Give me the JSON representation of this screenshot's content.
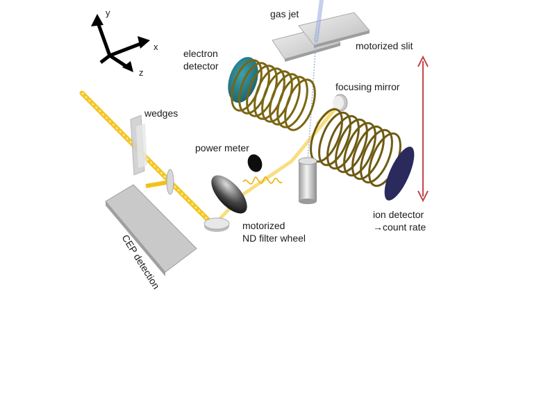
{
  "labels": {
    "gas_jet": "gas jet",
    "motorized_slit": "motorized slit",
    "electron_detector_1": "electron",
    "electron_detector_2": "detector",
    "focusing_mirror": "focusing mirror",
    "wedges": "wedges",
    "power_meter": "power meter",
    "cep_detection": "CEP detection",
    "nd_filter_1": "motorized",
    "nd_filter_2": "ND filter wheel",
    "ion_detector_1": "ion detector",
    "ion_detector_2": "→count rate"
  },
  "axes": {
    "x": "x",
    "y": "y",
    "z": "z"
  },
  "colors": {
    "beam": "#f2c21b",
    "coil": "#6e5a12",
    "electron_detector": "#2a7f8c",
    "ion_detector": "#2b2a5c",
    "arrow": "#c0464a",
    "gas_jet": "#8aa0d6",
    "plate": "#d7d7d7"
  },
  "icons": {
    "axes": "coordinate-axes-icon",
    "arrow": "double-headed-arrow"
  }
}
